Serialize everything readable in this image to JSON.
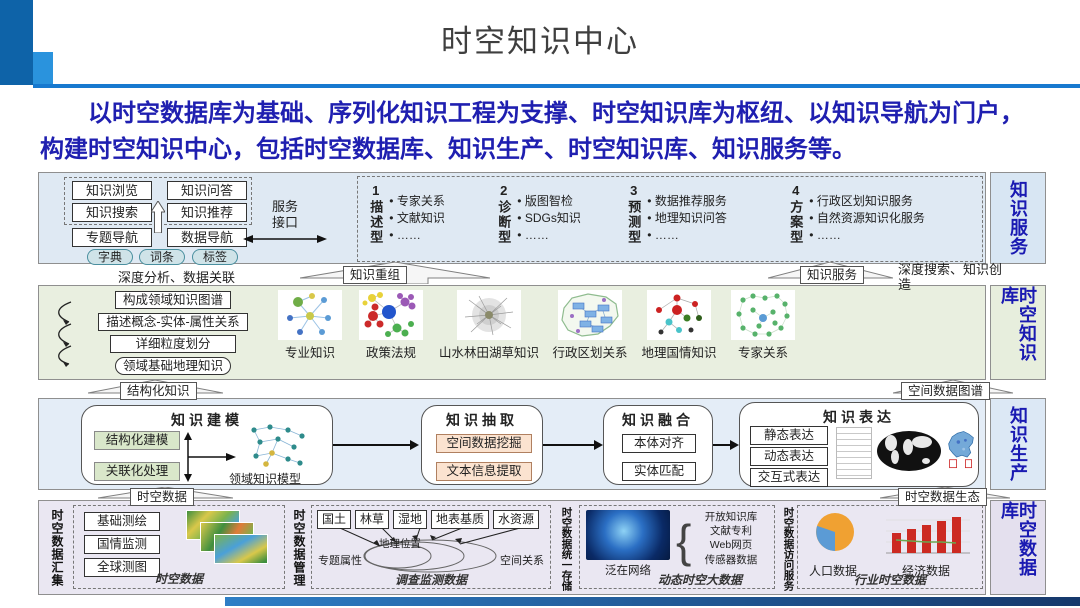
{
  "header": {
    "title": "时空知识中心"
  },
  "intro": "以时空数据库为基础、序列化知识工程为支撑、时空知识库为枢纽、以知识导航为门户，构建时空知识中心，包括时空数据库、知识生产、时空知识库、知识服务等。",
  "colors": {
    "accent_blue": "#1779cf",
    "intro_text": "#1f1fb0",
    "side_label_text": "#1a1ab2"
  },
  "service_band": {
    "side_label": "知识服务",
    "browse": "知识浏览",
    "qa": "知识问答",
    "search": "知识搜索",
    "recommend": "知识推荐",
    "topic_nav": "专题导航",
    "data_nav": "数据导航",
    "pills": [
      "字典",
      "词条",
      "标签"
    ],
    "interface_line1": "服务",
    "interface_line2": "接口",
    "types": [
      {
        "num": "1",
        "name": "描述型",
        "items": [
          "专家关系",
          "文献知识",
          "……"
        ]
      },
      {
        "num": "2",
        "name": "诊断型",
        "items": [
          "版图智检",
          "SDGs知识",
          "……"
        ]
      },
      {
        "num": "3",
        "name": "预测型",
        "items": [
          "数据推荐服务",
          "地理知识问答",
          "……"
        ]
      },
      {
        "num": "4",
        "name": "方案型",
        "items": [
          "行政区划知识服务",
          "自然资源知识化服务",
          "……"
        ]
      }
    ]
  },
  "flow1": {
    "left_text": "深度分析、数据关联",
    "left_arrow_label": "知识重组",
    "right_arrow_label": "知识服务",
    "right_text": "深度搜索、知识创造"
  },
  "kb_band": {
    "side_label": "时空知识库",
    "stack": [
      "构成领域知识图谱",
      "描述概念-实体-属性关系",
      "详细粒度划分",
      "领域基础地理知识"
    ],
    "captions": [
      "专业知识",
      "政策法规",
      "山水林田湖草知识",
      "行政区划关系",
      "地理国情知识",
      "专家关系"
    ]
  },
  "flow2": {
    "left_label": "结构化知识",
    "right_label": "空间数据图谱"
  },
  "prod_band": {
    "side_label": "知识生产",
    "modeling_title": "知识建模",
    "modeling_box1": "结构化建模",
    "modeling_box2": "关联化处理",
    "modeling_caption": "领域知识模型",
    "extract_title": "知识抽取",
    "extract_box1": "空间数据挖掘",
    "extract_box2": "文本信息提取",
    "fusion_title": "知识融合",
    "fusion_box1": "本体对齐",
    "fusion_box2": "实体匹配",
    "express_title": "知识表达",
    "express_box1": "静态表达",
    "express_box2": "动态表达",
    "express_box3": "交互式表达"
  },
  "flow3": {
    "left_label": "时空数据",
    "right_label": "时空数据生态"
  },
  "db_band": {
    "side_label": "时空数据库",
    "s1": {
      "label": "时空数据汇集",
      "box1": "基础测绘",
      "box2": "国情监测",
      "box3": "全球测图",
      "footer": "时空数据"
    },
    "s2": {
      "label": "时空数据管理",
      "box1": "国土",
      "box2": "林草",
      "box3": "湿地",
      "box4": "地表基质",
      "box5": "水资源",
      "center": "地理位置",
      "left_note": "专题属性",
      "right_note": "空间关系",
      "footer": "调查监测数据"
    },
    "s3": {
      "label": "时空数据统一存储",
      "image_caption": "泛在网络",
      "items": [
        "开放知识库",
        "文献专利",
        "Web网页",
        "传感器数据",
        "……"
      ],
      "footer": "动态时空大数据"
    },
    "s4": {
      "label": "时空数据访问服务",
      "pie_caption": "人口数据",
      "bar_caption": "经济数据",
      "footer": "行业时空数据"
    }
  }
}
